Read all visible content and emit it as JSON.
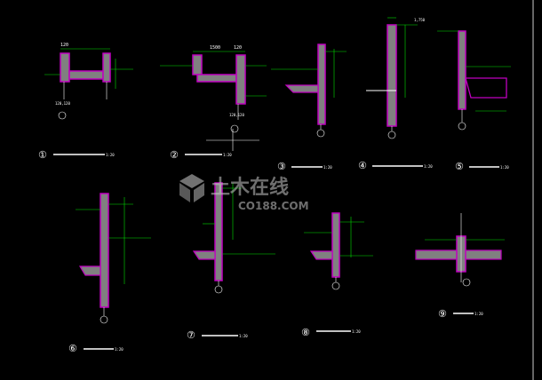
{
  "canvas": {
    "background": "#000000"
  },
  "colors": {
    "wall": "#c000c0",
    "concrete": "#808080",
    "green": "#00e000",
    "white": "#ffffff",
    "cyan": "#00c8c8",
    "yellow": "#ffff00",
    "red": "#ff3030",
    "watermark": "#c8c8c8"
  },
  "details": [
    {
      "number": "①",
      "scale": "1:20"
    },
    {
      "number": "②",
      "scale": "1:20"
    },
    {
      "number": "③",
      "scale": "1:20"
    },
    {
      "number": "④",
      "scale": "1:20"
    },
    {
      "number": "⑤",
      "scale": "1:20"
    },
    {
      "number": "⑥",
      "scale": "1:20"
    },
    {
      "number": "⑦",
      "scale": "1:20"
    },
    {
      "number": "⑧",
      "scale": "1:20"
    },
    {
      "number": "⑨",
      "scale": "1:20"
    }
  ],
  "dims": {
    "d1_width": "120",
    "d2_width": "1500",
    "d2_width_right": "120",
    "d4_top": "1,750",
    "bottom_dims": "120,120"
  },
  "watermark": {
    "cn": "土木在线",
    "url": "CO188.COM"
  }
}
